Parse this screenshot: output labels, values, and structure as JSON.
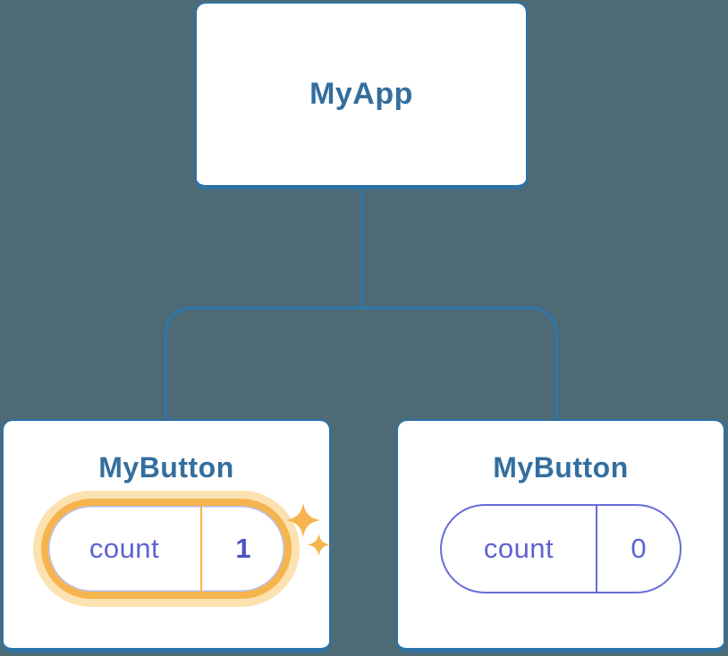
{
  "diagram": {
    "description": "React component tree with state",
    "colors": {
      "background": "#4d6a75",
      "line": "#2e77b0",
      "card_border": "#2d72a6",
      "title_text": "#336e9e",
      "state_text": "#5d63d2",
      "highlight_orange": "#f6b44e",
      "highlight_glow": "#fbe2b0"
    },
    "tree": {
      "root": {
        "label": "MyApp"
      },
      "children": [
        {
          "label": "MyButton",
          "state": {
            "name": "count",
            "value": "1"
          },
          "highlighted": true
        },
        {
          "label": "MyButton",
          "state": {
            "name": "count",
            "value": "0"
          },
          "highlighted": false
        }
      ]
    }
  }
}
